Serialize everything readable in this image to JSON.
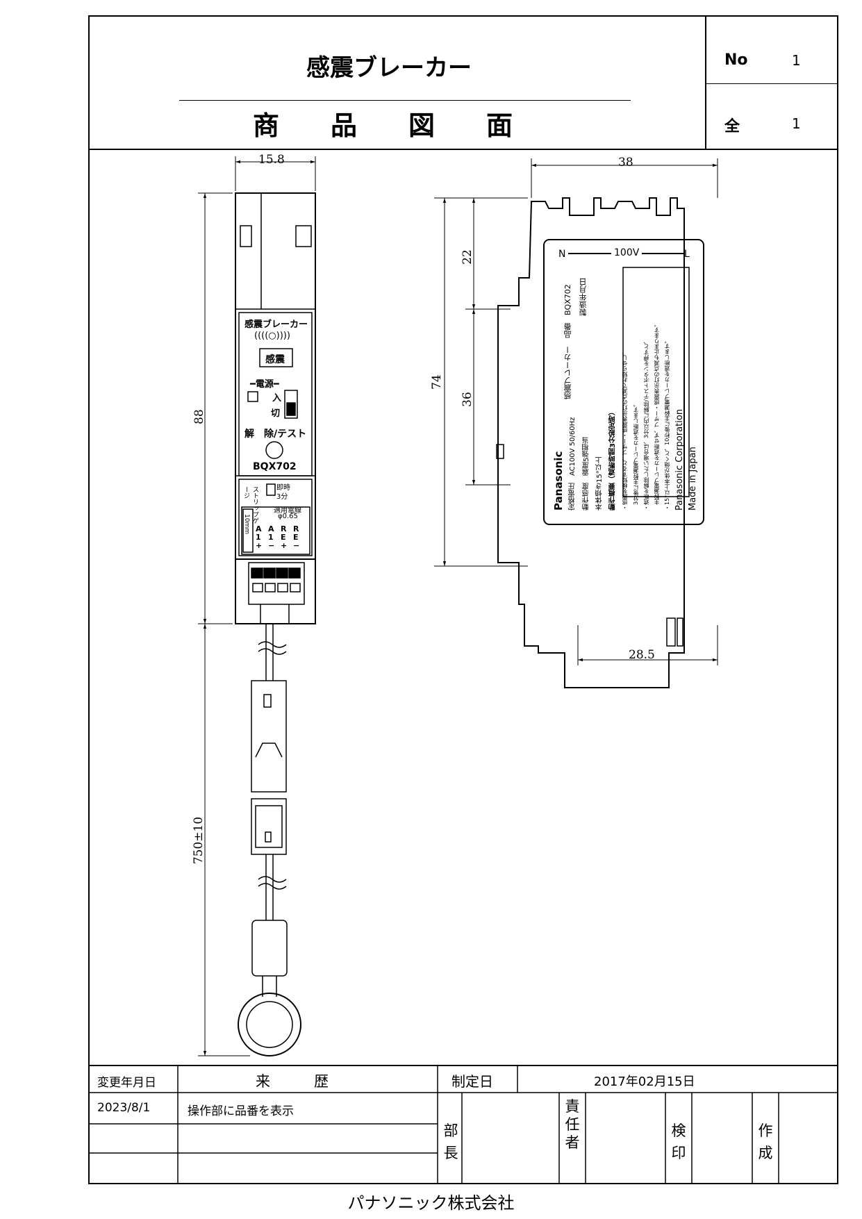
{
  "header": {
    "title": "感震ブレーカー",
    "subtitle": "商　品　図　面",
    "no_label": "No",
    "no_value": "1",
    "total_label": "全",
    "total_value": "1"
  },
  "dimensions": {
    "front_width": "15.8",
    "front_height": "88",
    "cable_length": "750±10",
    "side_width": "38",
    "side_height": "74",
    "side_upper": "22",
    "side_middle": "36",
    "side_bottom_width": "28.5"
  },
  "front_panel": {
    "brand_title": "感震ブレーカー",
    "signal_mark": "((((○))))",
    "seismic_label": "感震",
    "power_label": "━電源━",
    "on_label": "入",
    "off_label": "切",
    "reset_label": "解　除/テスト",
    "model": "BQX702",
    "trip_label": "即時",
    "trip_time": "3分",
    "strip_label": "ストリップゲージ",
    "strip_length": "10mm",
    "wire_label": "適用電線",
    "wire_size": "φ0.65",
    "terminals": [
      "A1+",
      "A1−",
      "RE+",
      "RE−"
    ]
  },
  "side_label": {
    "n_mark": "N",
    "voltage_line": "100V",
    "l_mark": "L",
    "brand": "Panasonic",
    "rated_voltage": "定格電圧　AC100V 50/60Hz",
    "sensitivity": "動作感度　震度5強相当",
    "tilt": "本体傾き15°以上",
    "product_name": "感震ブレーカー　品番　BQX702",
    "manufacture": "製造年月日",
    "operation_title": "動作概要（遮断時間3分設定時）",
    "operation_1": "・感震を検知すると、ブザー・感震表示灯の点滅でお知らせし、",
    "operation_2": "　3分後に主幹漏電ブレーカを遮断します。",
    "operation_3": "・遮断を解除したい場合は、3分以内に解除/テストボタンを押すと、",
    "operation_4": "　主幹漏電ブレーカを遮断せず、ブザー・感震表示灯の点滅も止まります。",
    "operation_5": "・15°以上本体が傾くと、10秒後に主幹漏電ブレーカを遮断します。",
    "corporation": "Panasonic Corporation",
    "made_in": "Made in Japan"
  },
  "revision_table": {
    "change_date_label": "変更年月日",
    "history_label": "来　　　歴",
    "enact_label": "制定日",
    "enact_date": "2017年02月15日",
    "rows": [
      {
        "date": "2023/8/1",
        "note": "操作部に品番を表示"
      },
      {
        "date": "",
        "note": ""
      },
      {
        "date": "",
        "note": ""
      }
    ],
    "stamps": {
      "dept_head": "部長",
      "responsible": "責任者",
      "inspect": "検印",
      "create": "作成"
    }
  },
  "footer": {
    "company": "パナソニック株式会社"
  }
}
